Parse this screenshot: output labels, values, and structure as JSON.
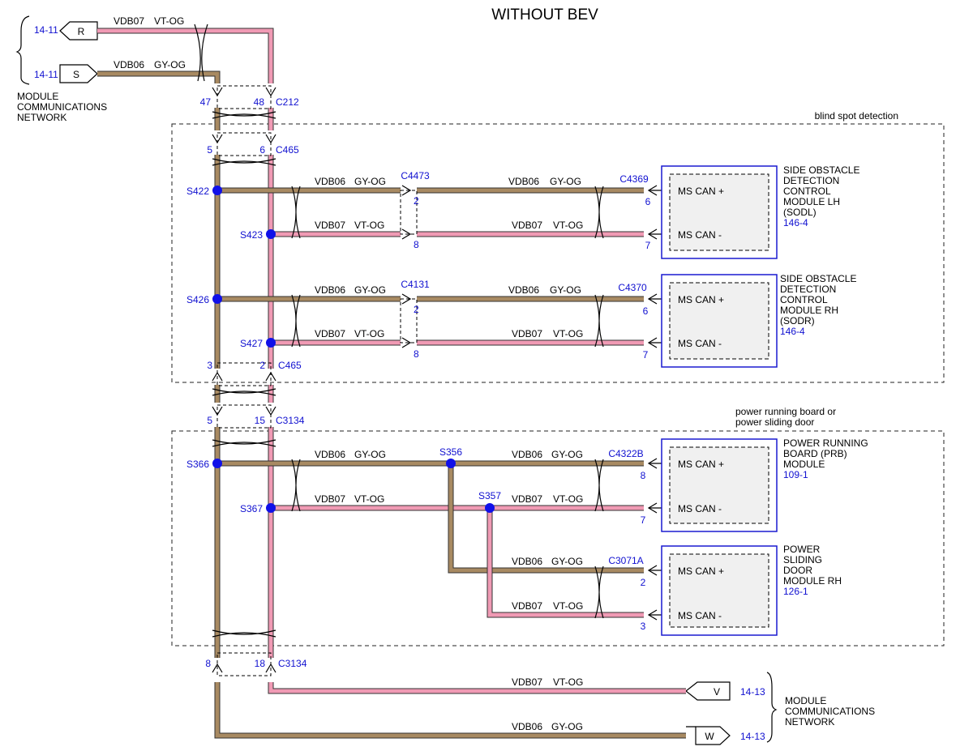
{
  "title": "WITHOUT BEV",
  "groups": {
    "blind_spot": "blind spot detection",
    "running_board_l1": "power running board or",
    "running_board_l2": "power sliding door"
  },
  "network": {
    "l1": "MODULE",
    "l2": "COMMUNICATIONS",
    "l3": "NETWORK"
  },
  "refs": {
    "r1": "14-11",
    "r2": "14-11",
    "r3": "14-13",
    "r4": "14-13"
  },
  "flags": {
    "R": "R",
    "S": "S",
    "V": "V",
    "W": "W"
  },
  "wires": {
    "w07": "VDB07",
    "w06": "VDB06",
    "c_vt": "VT-OG",
    "c_gy": "GY-OG"
  },
  "connectors": {
    "c212": "C212",
    "c465a": "C465",
    "c465b": "C465",
    "c3134a": "C3134",
    "c3134b": "C3134",
    "c4473": "C4473",
    "c4369": "C4369",
    "c4131": "C4131",
    "c4370": "C4370",
    "c4322b": "C4322B",
    "c3071a": "C3071A"
  },
  "pins": {
    "p47": "47",
    "p48": "48",
    "p5a": "5",
    "p6": "6",
    "p3": "3",
    "p2b": "2",
    "p5b": "5",
    "p15": "15",
    "p8b": "8",
    "p18": "18",
    "p2_4473": "2",
    "p8_4473": "8",
    "p6_4369": "6",
    "p7_4369": "7",
    "p2_4131": "2",
    "p8_4131": "8",
    "p6_4370": "6",
    "p7_4370": "7",
    "p8_4322": "8",
    "p7_4322": "7",
    "p2_3071": "2",
    "p3_3071": "3"
  },
  "splices": {
    "s422": "S422",
    "s423": "S423",
    "s426": "S426",
    "s427": "S427",
    "s366": "S366",
    "s367": "S367",
    "s356": "S356",
    "s357": "S357"
  },
  "modules": {
    "sodl": {
      "l1": "SIDE OBSTACLE",
      "l2": "DETECTION",
      "l3": "CONTROL",
      "l4": "MODULE LH",
      "l5": "(SODL)",
      "ref": "146-4",
      "pin_a": "MS CAN +",
      "pin_b": "MS CAN -"
    },
    "sodr": {
      "l1": "SIDE OBSTACLE",
      "l2": "DETECTION",
      "l3": "CONTROL",
      "l4": "MODULE RH",
      "l5": "(SODR)",
      "ref": "146-4",
      "pin_a": "MS CAN +",
      "pin_b": "MS CAN -"
    },
    "prb": {
      "l1": "POWER RUNNING",
      "l2": "BOARD (PRB)",
      "l3": "MODULE",
      "ref": "109-1",
      "pin_a": "MS CAN +",
      "pin_b": "MS CAN -"
    },
    "psd": {
      "l1": "POWER",
      "l2": "SLIDING",
      "l3": "DOOR",
      "l4": "MODULE RH",
      "ref": "126-1",
      "pin_a": "MS CAN +",
      "pin_b": "MS CAN -"
    }
  },
  "colors": {
    "gy_og": "#a88a62",
    "vt_og": "#f09ab4",
    "splice": "#1010e8",
    "ref_text": "#1010d0",
    "module_border": "#1a1ad0"
  }
}
